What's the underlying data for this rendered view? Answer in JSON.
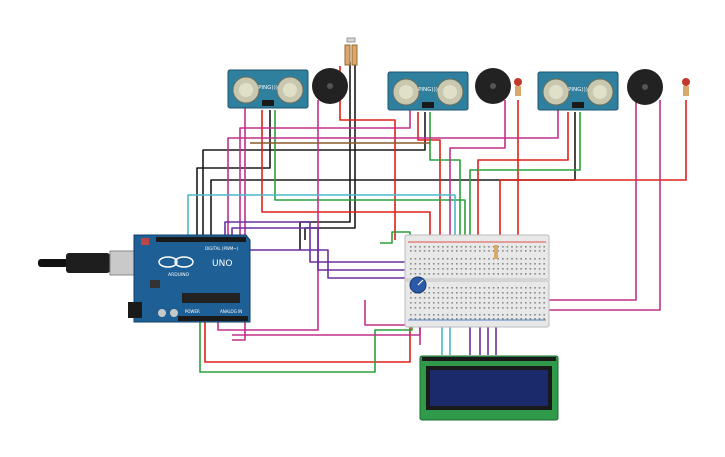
{
  "colors": {
    "background": "#ffffff",
    "sensor_board": "#2f7f9e",
    "sensor_eye": "#c8c7b0",
    "arduino": "#1e5f96",
    "breadboard": "#e8e8e8",
    "lcd_board": "#2e9a4a",
    "lcd_screen": "#1a2a6a",
    "buzzer": "#222222",
    "led": "#c0392b",
    "wire_red": "#e0201a",
    "wire_black": "#1a1a1a",
    "wire_green": "#2aa03a",
    "wire_magenta": "#c0308a",
    "wire_purple": "#6a2fa0",
    "wire_cyan": "#4ab8c8",
    "wire_brown": "#8a5a2a"
  },
  "sensors": [
    {
      "label": "PING)))"
    },
    {
      "label": "PING)))"
    },
    {
      "label": "PING)))"
    }
  ],
  "arduino": {
    "logo_text": "UNO",
    "brand": "ARDUINO",
    "digital_label": "DIGITAL (PWM~)",
    "power_label": "POWER",
    "analog_label": "ANALOG IN"
  }
}
